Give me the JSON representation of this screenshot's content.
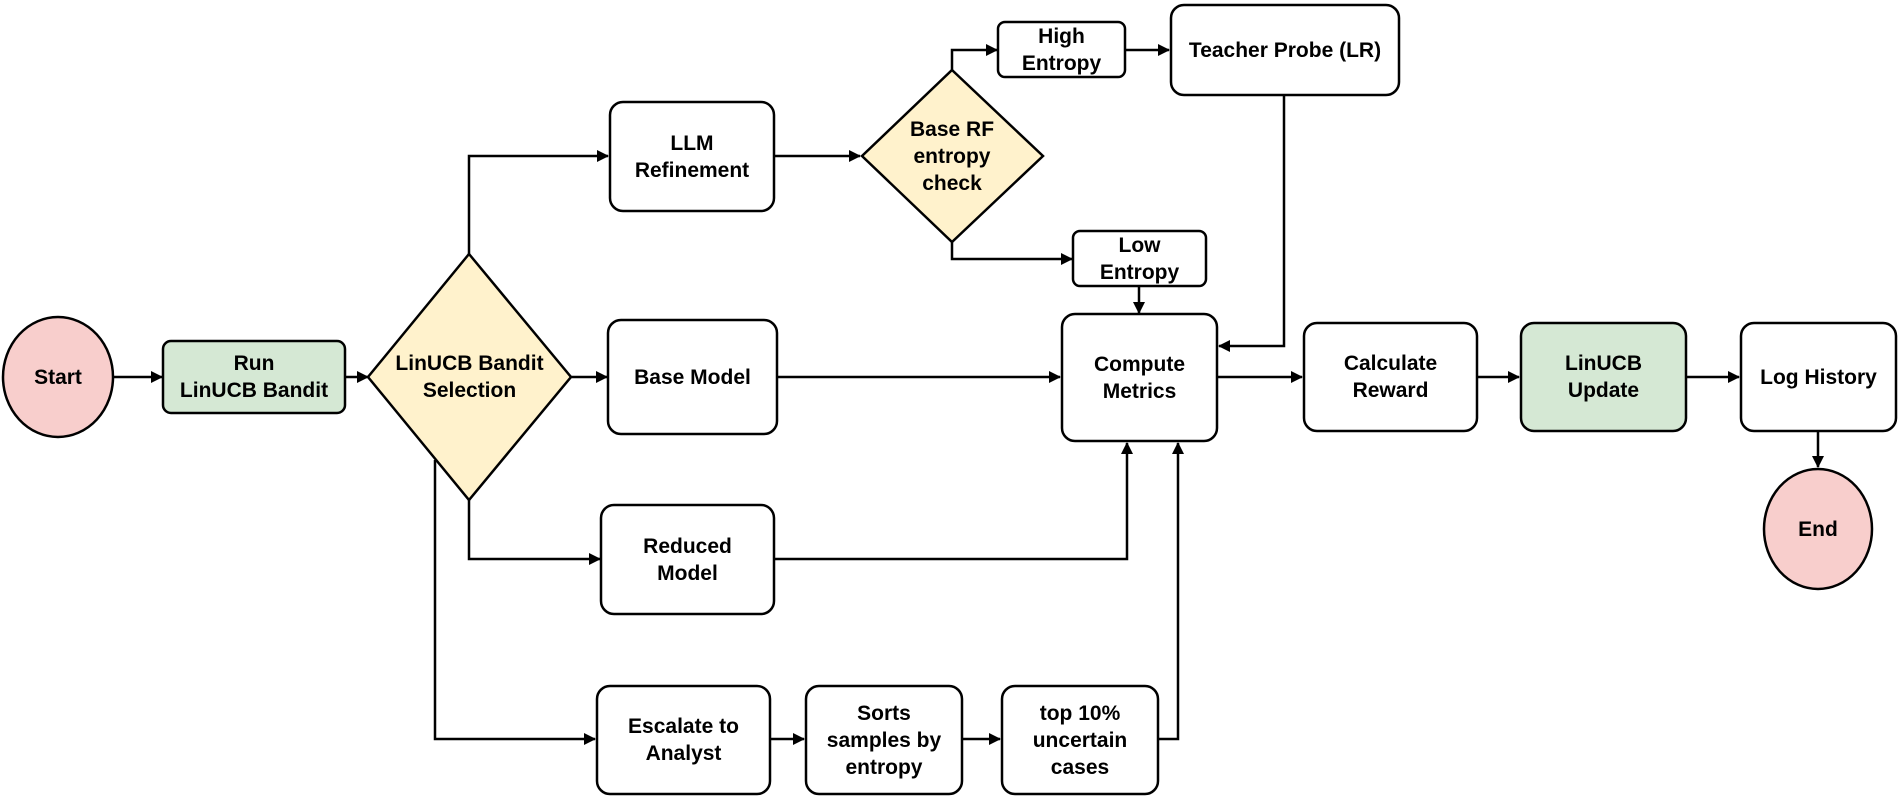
{
  "colors": {
    "stroke": "#000000",
    "start_end_fill": "#f8cecc",
    "bandit_fill": "#d5e8d4",
    "decision_fill": "#fff2cc",
    "process_fill": "#ffffff"
  },
  "nodes": {
    "start": "Start",
    "run_bandit": "Run\nLinUCB Bandit",
    "bandit_selection": "LinUCB Bandit\nSelection",
    "llm_refinement": "LLM\nRefinement",
    "entropy_check": "Base RF\nentropy\ncheck",
    "high_entropy": "High\nEntropy",
    "teacher_probe": "Teacher Probe (LR)",
    "low_entropy": "Low\nEntropy",
    "base_model": "Base Model",
    "reduced_model": "Reduced\nModel",
    "escalate": "Escalate to\nAnalyst",
    "sorts_samples": "Sorts\nsamples by\nentropy",
    "top_uncertain": "top 10%\nuncertain\ncases",
    "compute_metrics": "Compute\nMetrics",
    "calculate_reward": "Calculate\nReward",
    "linucb_update": "LinUCB\nUpdate",
    "log_history": "Log History",
    "end": "End"
  }
}
